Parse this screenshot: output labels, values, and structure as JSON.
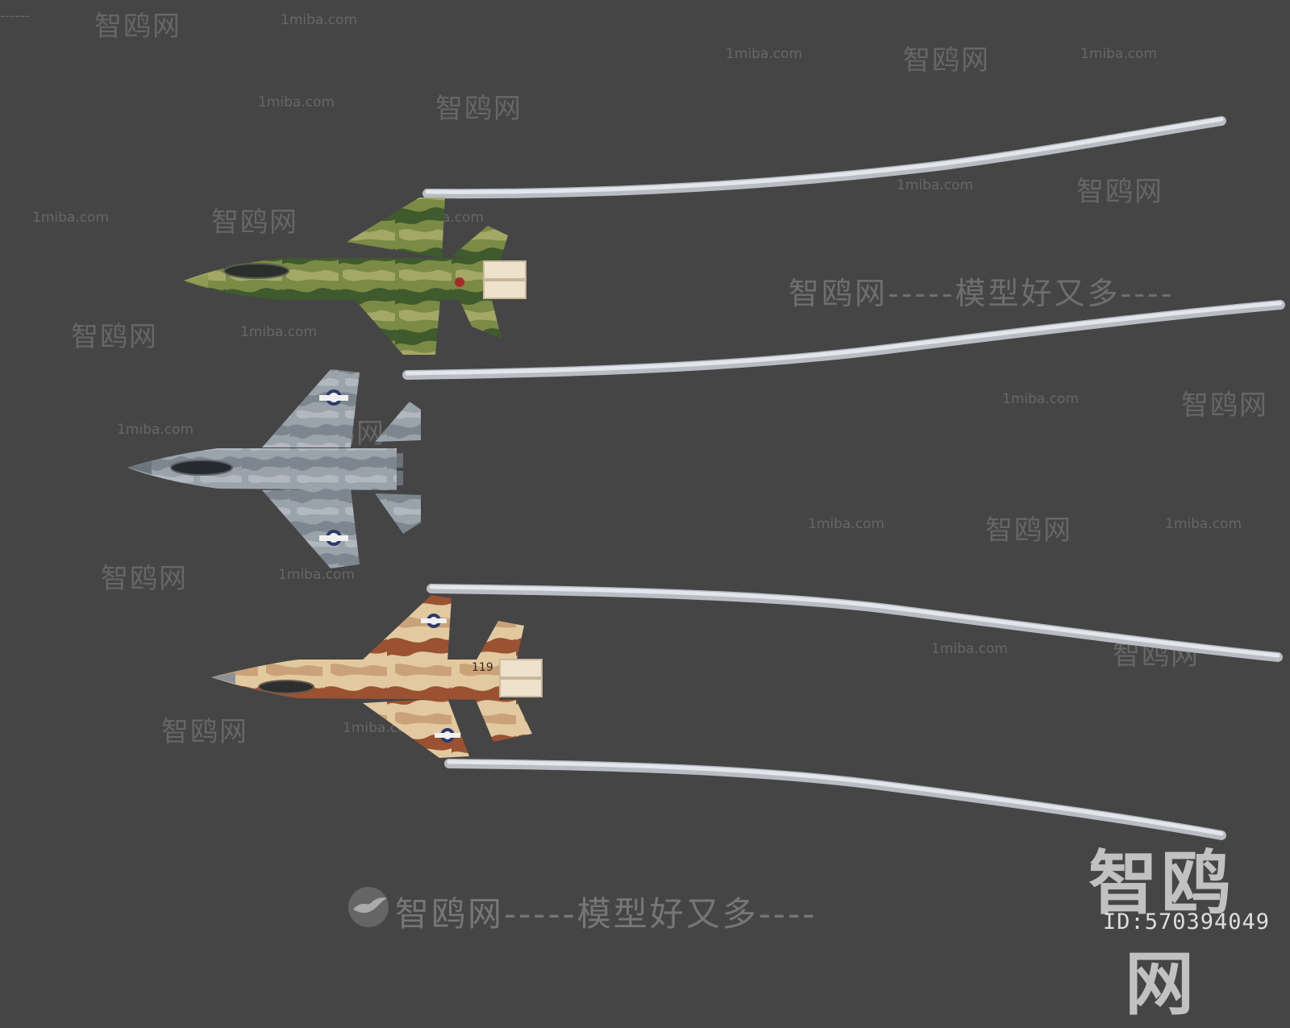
{
  "watermarks": {
    "brand_zh": "智鸥网",
    "brand_en": "1miba.com",
    "dashes": "------",
    "slogan_line": "智鸥网-----模型好又多----",
    "footer_line": "智鸥网-----模型好又多----"
  },
  "brand": {
    "logo_text": "智鸥网",
    "id_text": "ID:570394049"
  },
  "colors": {
    "background": "#454545",
    "trail": "#d8dbe0",
    "camo_green": "#6a7a3a",
    "camo_dark_green": "#3f5a2c",
    "camo_grey": "#8f9aa3",
    "camo_desert_light": "#e6cfa6",
    "camo_desert_brown": "#9a5232"
  },
  "aircraft": [
    {
      "name": "green-camo-jet",
      "has_trails": true
    },
    {
      "name": "grey-camo-jet",
      "has_trails": false
    },
    {
      "name": "desert-camo-jet",
      "has_trails": true,
      "tail_number": "119"
    }
  ]
}
